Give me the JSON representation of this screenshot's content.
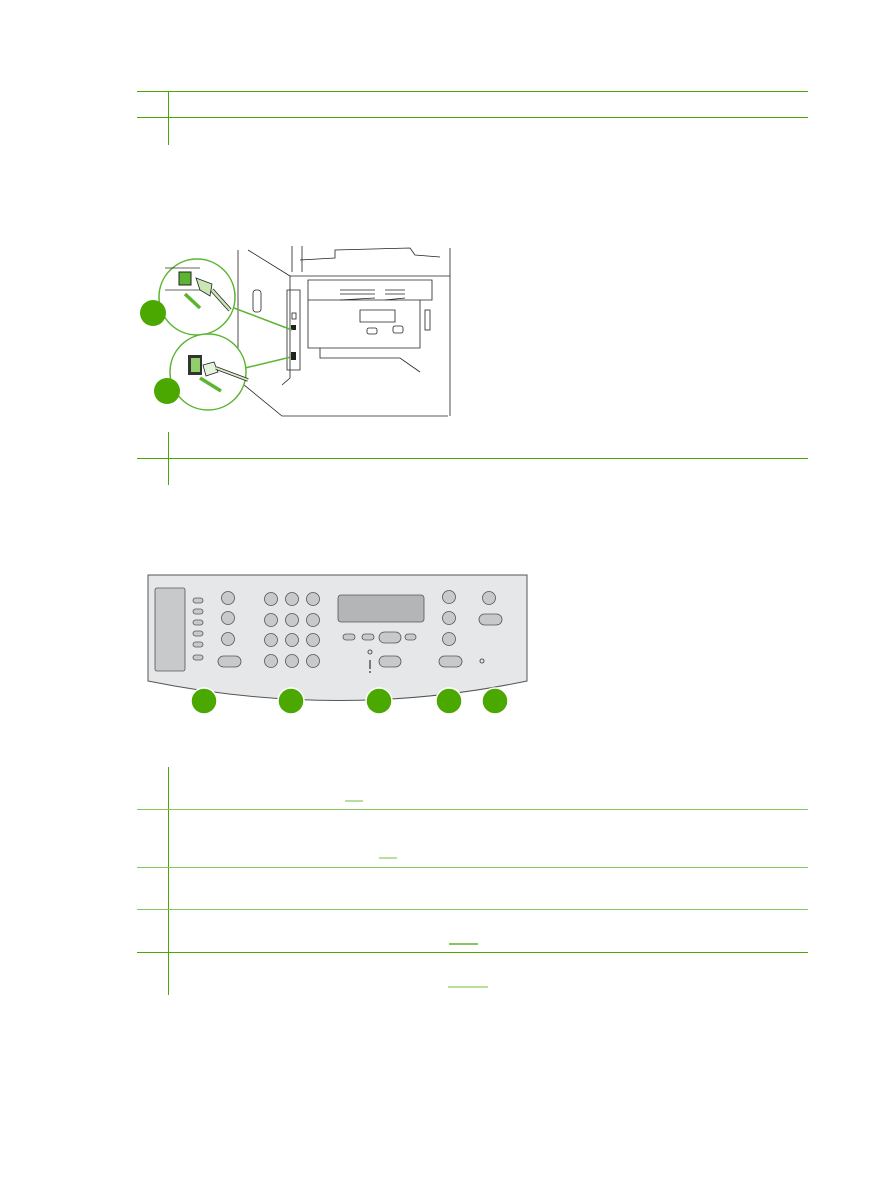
{
  "colors": {
    "accent": "#4aa800",
    "rule_light": "#86c95a",
    "link_underline": "#b8e09c",
    "panel_fill": "#e6e7e8",
    "button_fill": "#c8c9cb"
  },
  "figures": {
    "rear_connections": {
      "callouts": 2
    },
    "control_panel": {
      "callouts": 5
    }
  },
  "tables": [
    {
      "rows": 2
    },
    {
      "rows": 2
    },
    {
      "rows": 5
    }
  ]
}
